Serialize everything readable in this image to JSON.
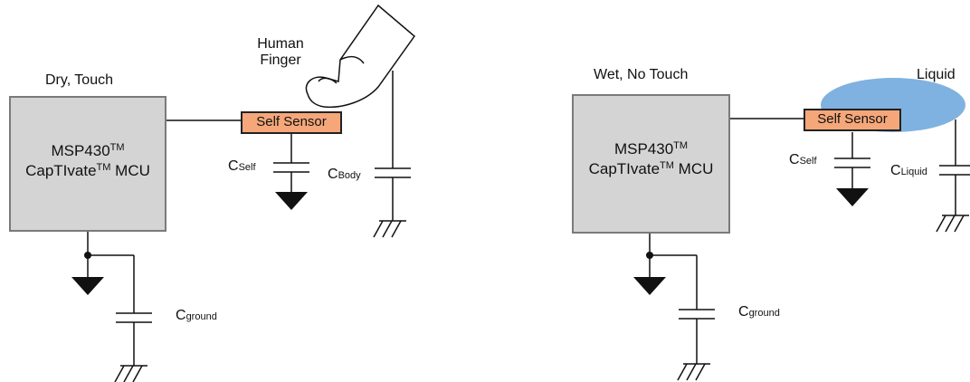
{
  "left_panel": {
    "heading": "Dry, Touch",
    "mcu_line1_main": "MSP430",
    "mcu_line1_sup": "TM",
    "mcu_line2_main": "CapTIvate",
    "mcu_line2_sup": "TM",
    "mcu_line2_tail": " MCU",
    "sensor_label": "Self Sensor",
    "finger_label_line1": "Human",
    "finger_label_line2": "Finger",
    "c_self": {
      "main": "C",
      "sub": "Self"
    },
    "c_body": {
      "main": "C",
      "sub": "Body"
    },
    "c_ground": {
      "main": "C",
      "sub": "ground"
    }
  },
  "right_panel": {
    "heading": "Wet, No Touch",
    "mcu_line1_main": "MSP430",
    "mcu_line1_sup": "TM",
    "mcu_line2_main": "CapTIvate",
    "mcu_line2_sup": "TM",
    "mcu_line2_tail": " MCU",
    "sensor_label": "Self Sensor",
    "liquid_label": "Liquid",
    "c_self": {
      "main": "C",
      "sub": "Self"
    },
    "c_liquid": {
      "main": "C",
      "sub": "Liquid"
    },
    "c_ground": {
      "main": "C",
      "sub": "ground"
    }
  },
  "colors": {
    "mcu_fill": "#d4d4d4",
    "sensor_fill": "#f5a77a",
    "liquid_fill": "#7fb2e0"
  }
}
